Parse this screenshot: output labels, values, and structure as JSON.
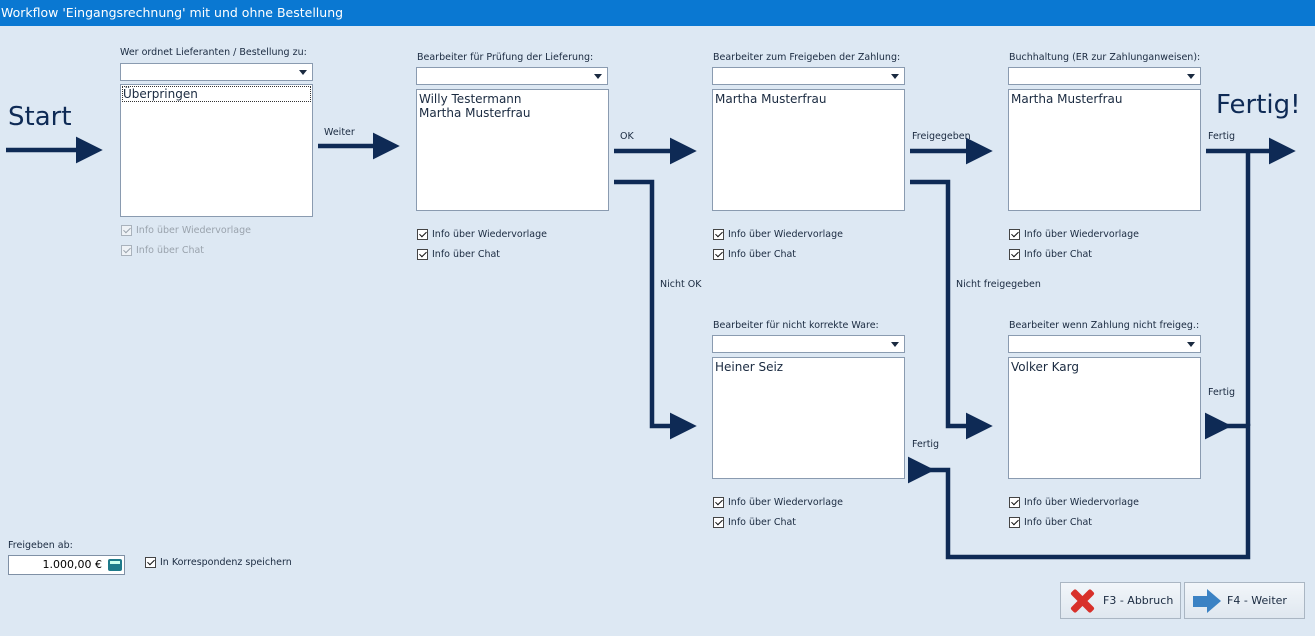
{
  "window": {
    "title": "Workflow 'Eingangsrechnung' mit und ohne Bestellung"
  },
  "flow": {
    "start": "Start",
    "end": "Fertig!",
    "edges": {
      "weiter": "Weiter",
      "ok": "OK",
      "nicht_ok": "Nicht OK",
      "freigegeben": "Freigegeben",
      "nicht_freigegeben": "Nicht freigegeben",
      "fertig_top": "Fertig",
      "fertig_mid": "Fertig",
      "fertig_low": "Fertig"
    }
  },
  "panels": {
    "zuordnung": {
      "label": "Wer ordnet Lieferanten / Bestellung zu:",
      "selected": "",
      "items": [
        "Überpringen"
      ],
      "info_wiedervorlage": "Info über Wiedervorlage",
      "info_chat": "Info über Chat"
    },
    "pruefung": {
      "label": "Bearbeiter für Prüfung der Lieferung:",
      "selected": "",
      "items": [
        "Willy Testermann",
        "Martha Musterfrau"
      ],
      "info_wiedervorlage": "Info über Wiedervorlage",
      "info_chat": "Info über Chat"
    },
    "freigabe": {
      "label": "Bearbeiter zum Freigeben der Zahlung:",
      "selected": "",
      "items": [
        "Martha Musterfrau"
      ],
      "info_wiedervorlage": "Info über Wiedervorlage",
      "info_chat": "Info über Chat"
    },
    "buchhaltung": {
      "label": "Buchhaltung (ER zur Zahlunganweisen):",
      "selected": "",
      "items": [
        "Martha Musterfrau"
      ],
      "info_wiedervorlage": "Info über Wiedervorlage",
      "info_chat": "Info über Chat"
    },
    "nicht_korrekt": {
      "label": "Bearbeiter für nicht korrekte Ware:",
      "selected": "",
      "items": [
        "Heiner Seiz"
      ],
      "info_wiedervorlage": "Info über Wiedervorlage",
      "info_chat": "Info über Chat"
    },
    "nicht_freigegeben": {
      "label": "Bearbeiter wenn Zahlung nicht freigeg.:",
      "selected": "",
      "items": [
        "Volker Karg"
      ],
      "info_wiedervorlage": "Info über Wiedervorlage",
      "info_chat": "Info über Chat"
    }
  },
  "bottom": {
    "freigeben_label": "Freigeben ab:",
    "freigeben_value": "1.000,00 €",
    "korrespondenz": "In Korrespondenz speichern",
    "cancel": "F3 - Abbruch",
    "next": "F4 - Weiter"
  },
  "colors": {
    "titlebar": "#0a78d2",
    "background": "#dde8f3",
    "flow": "#0e2a55"
  }
}
